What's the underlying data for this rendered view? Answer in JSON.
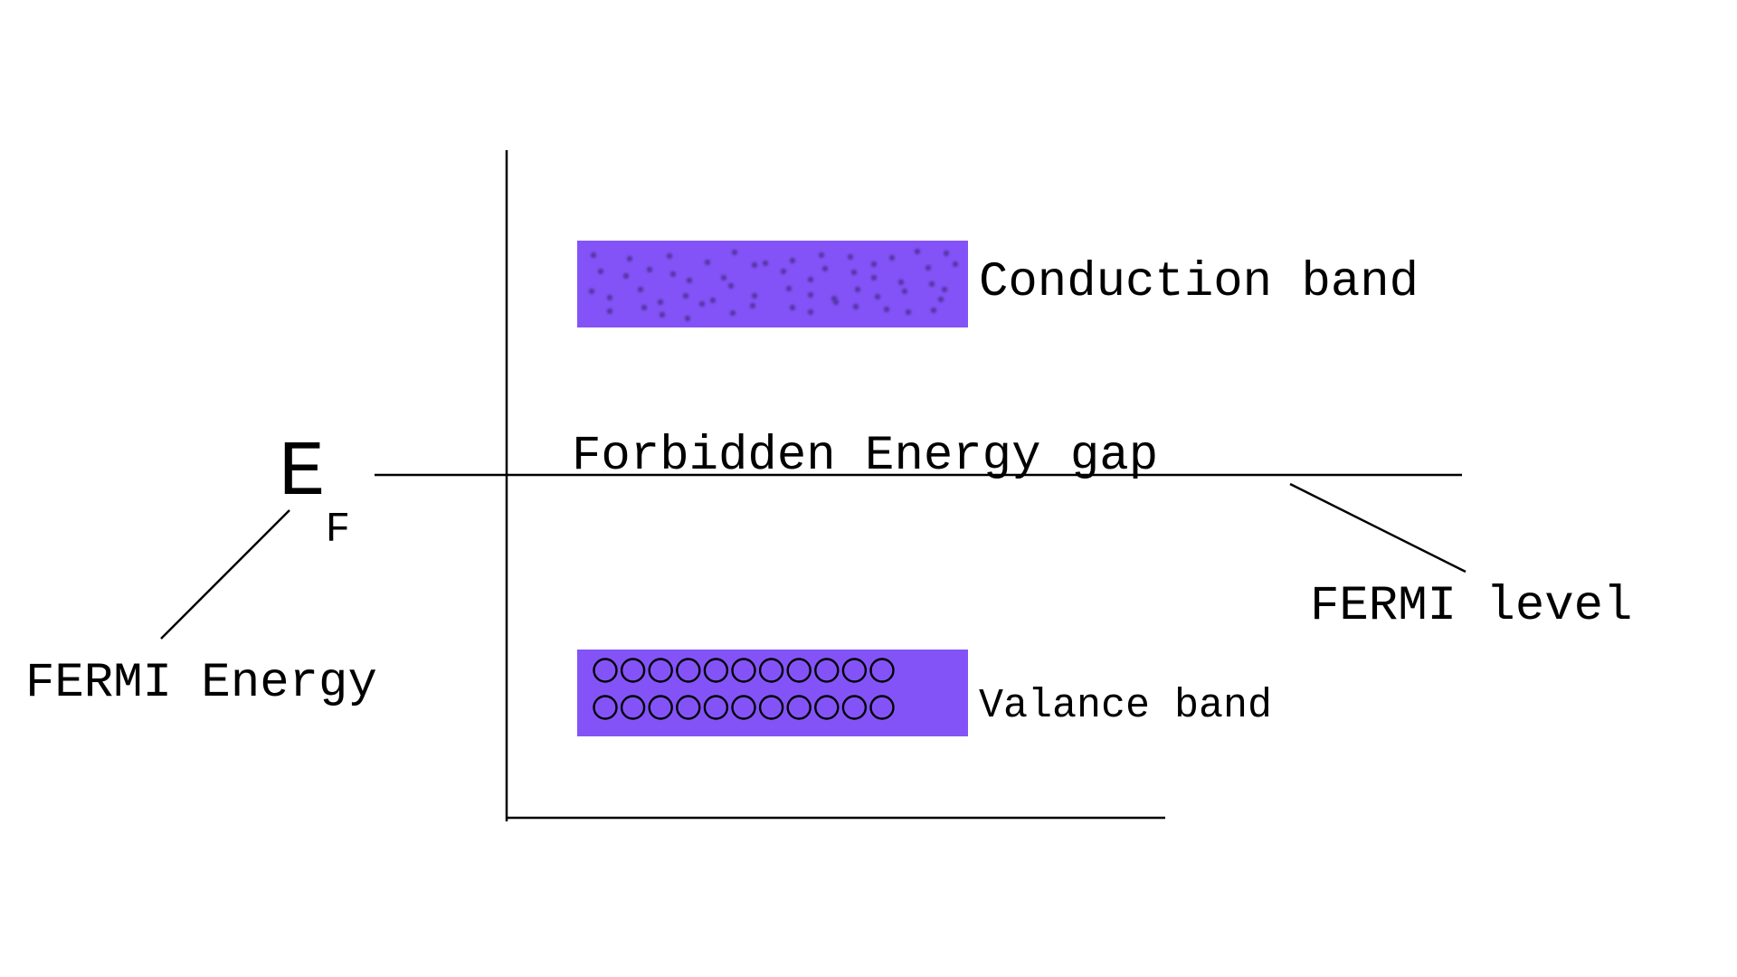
{
  "colors": {
    "band_fill": "#8453f7",
    "electron_dot": "#5535a8",
    "hole_stroke": "#000000",
    "line": "#000000"
  },
  "labels": {
    "conduction_band": "Conduction band",
    "forbidden_gap": "Forbidden Energy gap",
    "fermi_level": "FERMI level",
    "fermi_energy": "FERMI Energy",
    "valance_band": "Valance band",
    "fermi_symbol_main": "E",
    "fermi_symbol_subscript": "F"
  },
  "valance_band_holes": {
    "rows": 2,
    "per_row": 11
  }
}
